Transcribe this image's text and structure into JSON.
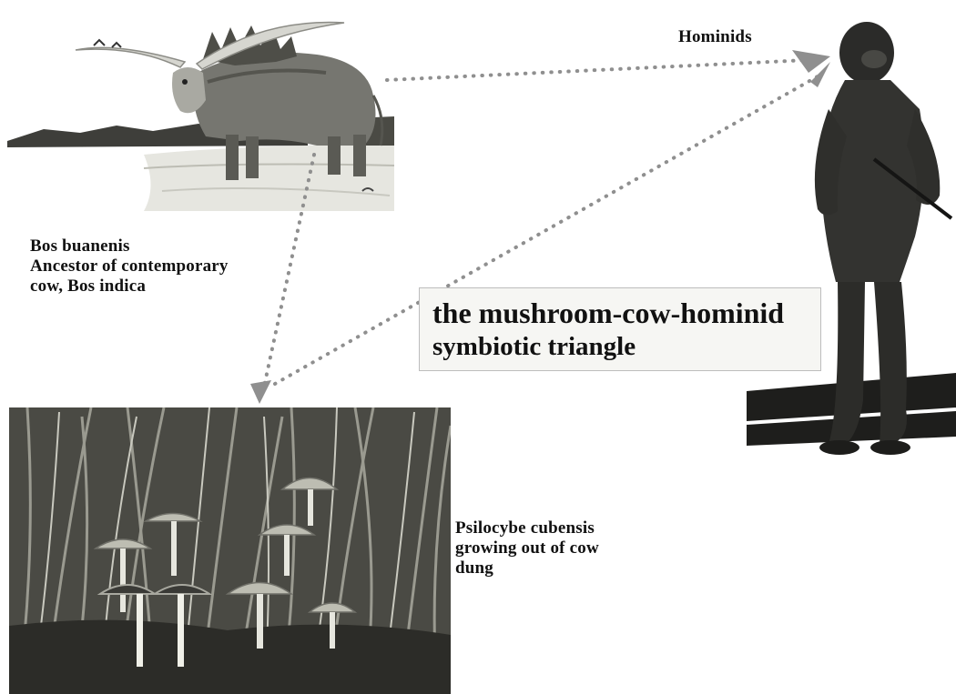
{
  "labels": {
    "hominids": "Hominids",
    "bos": [
      "Bos buanenis",
      "Ancestor of contemporary",
      "cow, Bos indica"
    ],
    "psilocybe": [
      "Psilocybe cubensis",
      "growing out of cow",
      "dung"
    ]
  },
  "title_box": {
    "line1": "the mushroom-cow-hominid",
    "line2": "symbiotic triangle"
  },
  "colors": {
    "arrow": "#8f8f8f",
    "box_background": "#f6f6f3"
  },
  "icons": {
    "cow": "zebu-bull-illustration",
    "hominid": "hominid-figure",
    "mushrooms": "mushroom-photo"
  }
}
